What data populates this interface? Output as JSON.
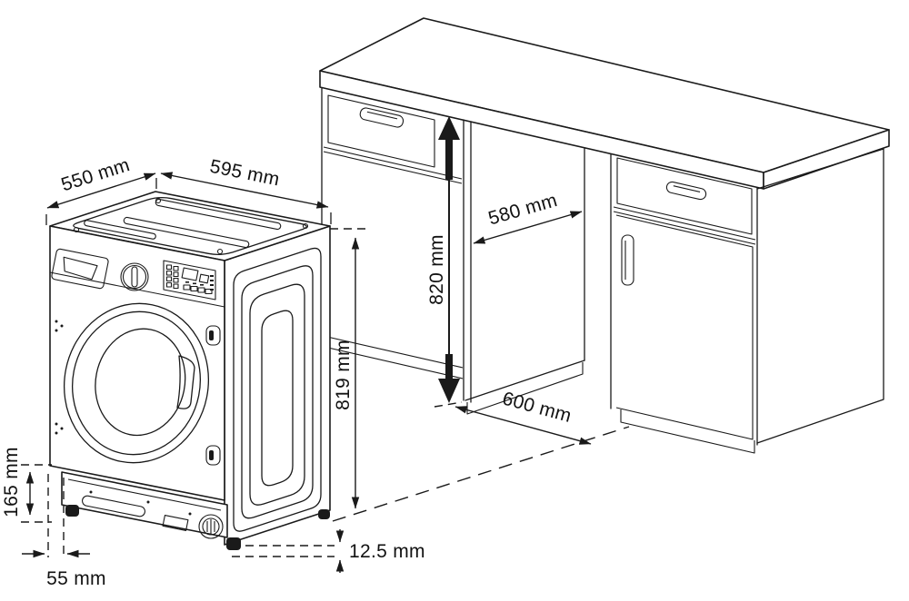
{
  "diagram": {
    "kind": "installation-dimension-drawing",
    "subject": "Built-in washing machine and kitchen cabinet niche",
    "units": "mm"
  },
  "dimensions": {
    "machine_top_depth": "550 mm",
    "machine_top_width": "595 mm",
    "niche_width": "580 mm",
    "niche_height": "820 mm",
    "machine_height": "819 mm",
    "niche_floor_depth": "600 mm",
    "plinth_zone_height": "165 mm",
    "plinth_recess_depth": "55 mm",
    "foot_adjustment": "12.5 mm"
  },
  "colors": {
    "line": "#1a1a1a",
    "background": "#ffffff",
    "text": "#121212"
  }
}
